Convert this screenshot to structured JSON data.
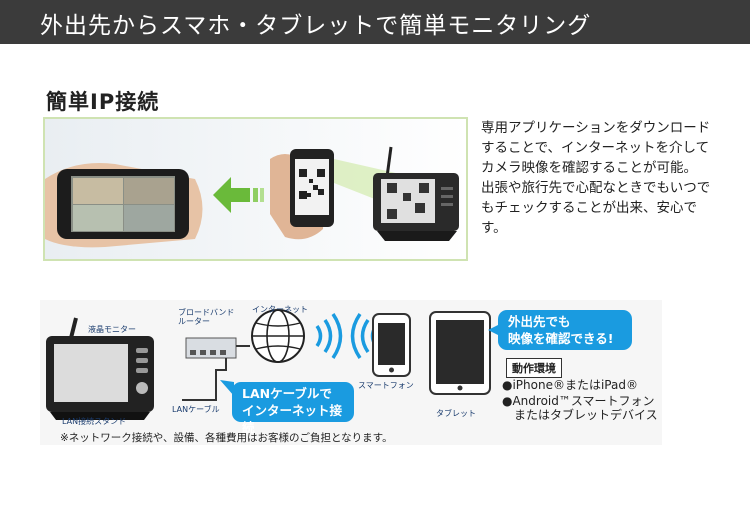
{
  "header": {
    "title": "外出先からスマホ・タブレットで簡単モニタリング"
  },
  "section": {
    "title": "簡単IP接続"
  },
  "description": {
    "paragraph1": "専用アプリケーションをダウンロードすることで、インターネットを介してカメラ映像を確認することが可能。",
    "paragraph2": "出張や旅行先で心配なときでもいつでもチェックすることが出来、安心です。"
  },
  "diagram": {
    "labels": {
      "monitor": "液晶モニター",
      "stand": "LAN接続スタンド",
      "lan_cable": "LANケーブル",
      "router": "ブロードバンド\nルーター",
      "internet": "インターネット",
      "smartphone": "スマートフォン",
      "tablet": "タブレット"
    },
    "callout_lan": {
      "line1": "LANケーブルで",
      "line2": "インターネット接続"
    },
    "callout_remote": {
      "line1": "外出先でも",
      "line2": "映像を確認できる!"
    },
    "environment": {
      "title": "動作環境",
      "item1": "●iPhone®またはiPad®",
      "item2_line1": "●Android™スマートフォン",
      "item2_line2": "またはタブレットデバイス"
    },
    "note": "※ネットワーク接続や、設備、各種費用はお客様のご負担となります。"
  },
  "colors": {
    "header_bg": "#3b3b3b",
    "callout_blue": "#1a9be0",
    "frame_green": "#cfe3b2",
    "arrow_green": "#6aba3a"
  }
}
